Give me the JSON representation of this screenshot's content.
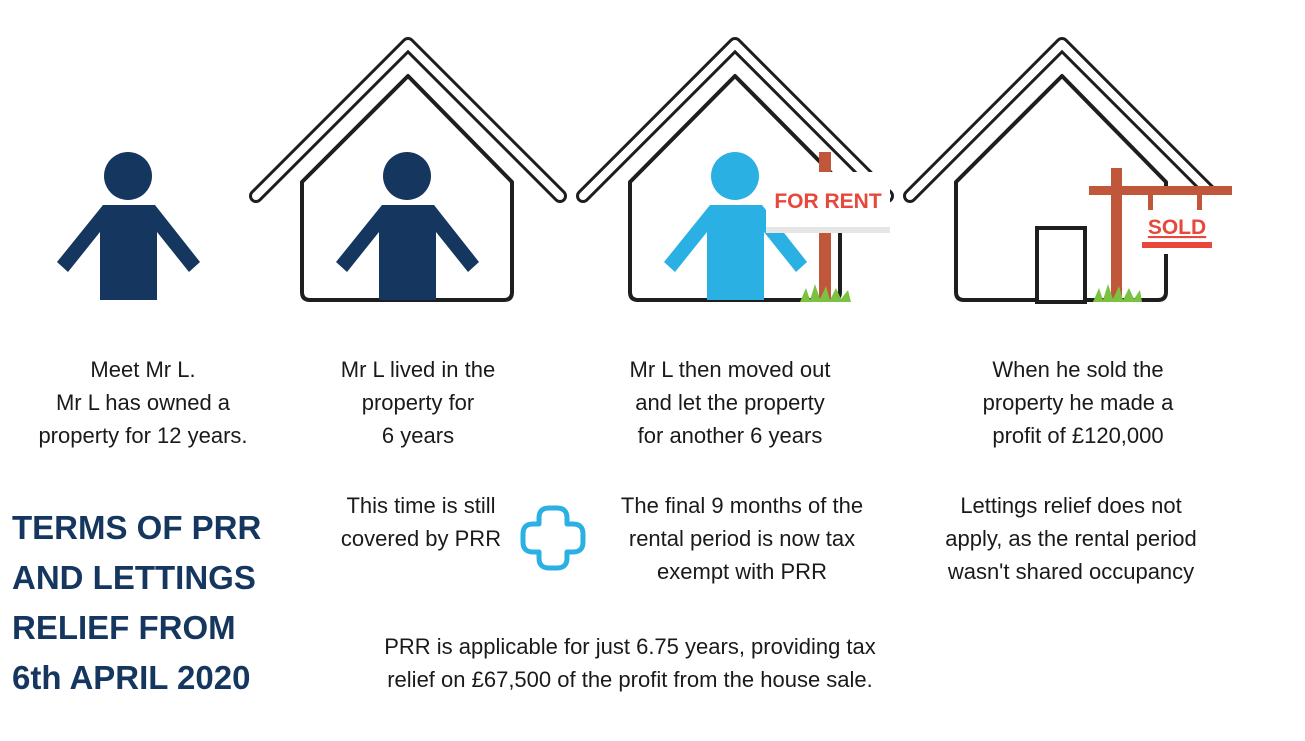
{
  "title": "TERMS OF PRR\nAND LETTINGS\nRELIEF FROM\n6th APRIL 2020",
  "steps": [
    {
      "caption": "Meet Mr L.\nMr L has owned a\nproperty for 12 years.",
      "icon": "person-icon"
    },
    {
      "caption": "Mr L lived in the\nproperty for\n6 years",
      "icon": "person-in-house-icon"
    },
    {
      "caption": "Mr L then moved out\nand let the property\nfor another 6 years",
      "icon": "house-for-rent-icon",
      "sign": "FOR RENT"
    },
    {
      "caption": "When he sold the\nproperty he made a\nprofit of £120,000",
      "icon": "house-sold-icon",
      "sign": "SOLD"
    }
  ],
  "notes": [
    "This time is still\ncovered by PRR",
    "The final 9 months of the\nrental period is now tax\nexempt with PRR",
    "Lettings relief does not\napply, as the rental period\nwasn't shared occupancy"
  ],
  "summary": "PRR is applicable for just 6.75 years, providing tax\nrelief on £67,500 of the profit from the house sale.",
  "colors": {
    "navy": "#15365f",
    "light_blue": "#2bb0e4",
    "sign_red": "#e8473b",
    "post_brown": "#c0563a",
    "grass": "#7cc242",
    "house_outline": "#1e1e1e"
  }
}
